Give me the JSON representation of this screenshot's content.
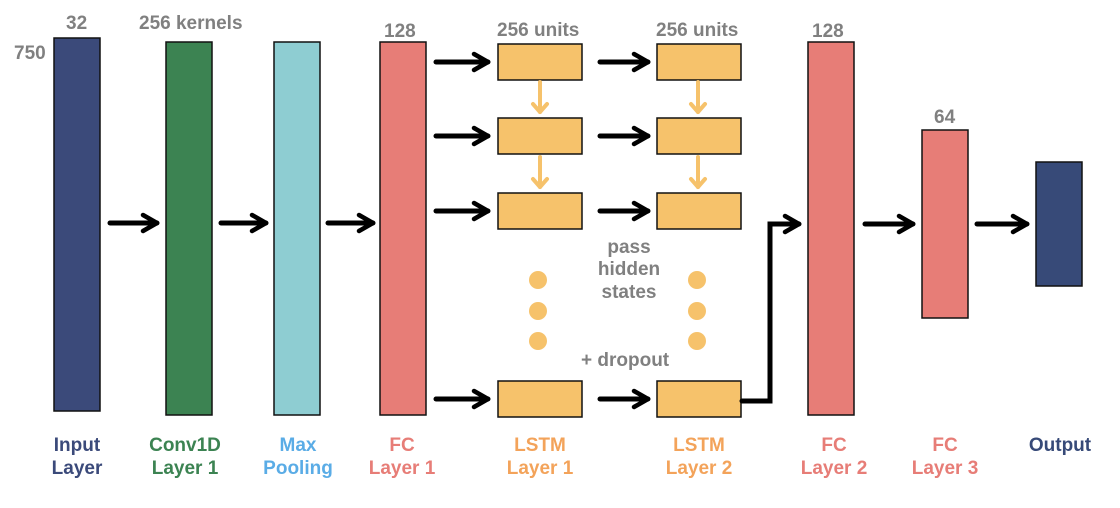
{
  "dims": {
    "input_height": "750",
    "input_width": "32",
    "conv_kernels": "256 kernels",
    "fc1_size": "128",
    "lstm1_units": "256 units",
    "lstm2_units": "256 units",
    "fc2_size": "128",
    "fc3_size": "64"
  },
  "annotations": {
    "pass_line1": "pass",
    "pass_line2": "hidden",
    "pass_line3": "states",
    "dropout": "+ dropout"
  },
  "layers": {
    "input": {
      "line1": "Input",
      "line2": "Layer"
    },
    "conv": {
      "line1": "Conv1D",
      "line2": "Layer 1"
    },
    "pool": {
      "line1": "Max",
      "line2": "Pooling"
    },
    "fc1": {
      "line1": "FC",
      "line2": "Layer 1"
    },
    "lstm1": {
      "line1": "LSTM",
      "line2": "Layer 1"
    },
    "lstm2": {
      "line1": "LSTM",
      "line2": "Layer 2"
    },
    "fc2": {
      "line1": "FC",
      "line2": "Layer 2"
    },
    "fc3": {
      "line1": "FC",
      "line2": "Layer 3"
    },
    "output": {
      "line1": "Output"
    }
  },
  "colors": {
    "input": "#3b4a7a",
    "conv": "#3c8352",
    "pool": "#8ecdd2",
    "fc": "#e77d77",
    "lstm": "#f6c26b",
    "output": "#374a78",
    "dim_text": "#808080",
    "label_input": "#3b4a7a",
    "label_conv": "#3c8352",
    "label_pool": "#5aace6",
    "label_fc": "#e77d77",
    "label_lstm": "#f3a35a",
    "label_output": "#374a78",
    "arrow": "#000000"
  }
}
